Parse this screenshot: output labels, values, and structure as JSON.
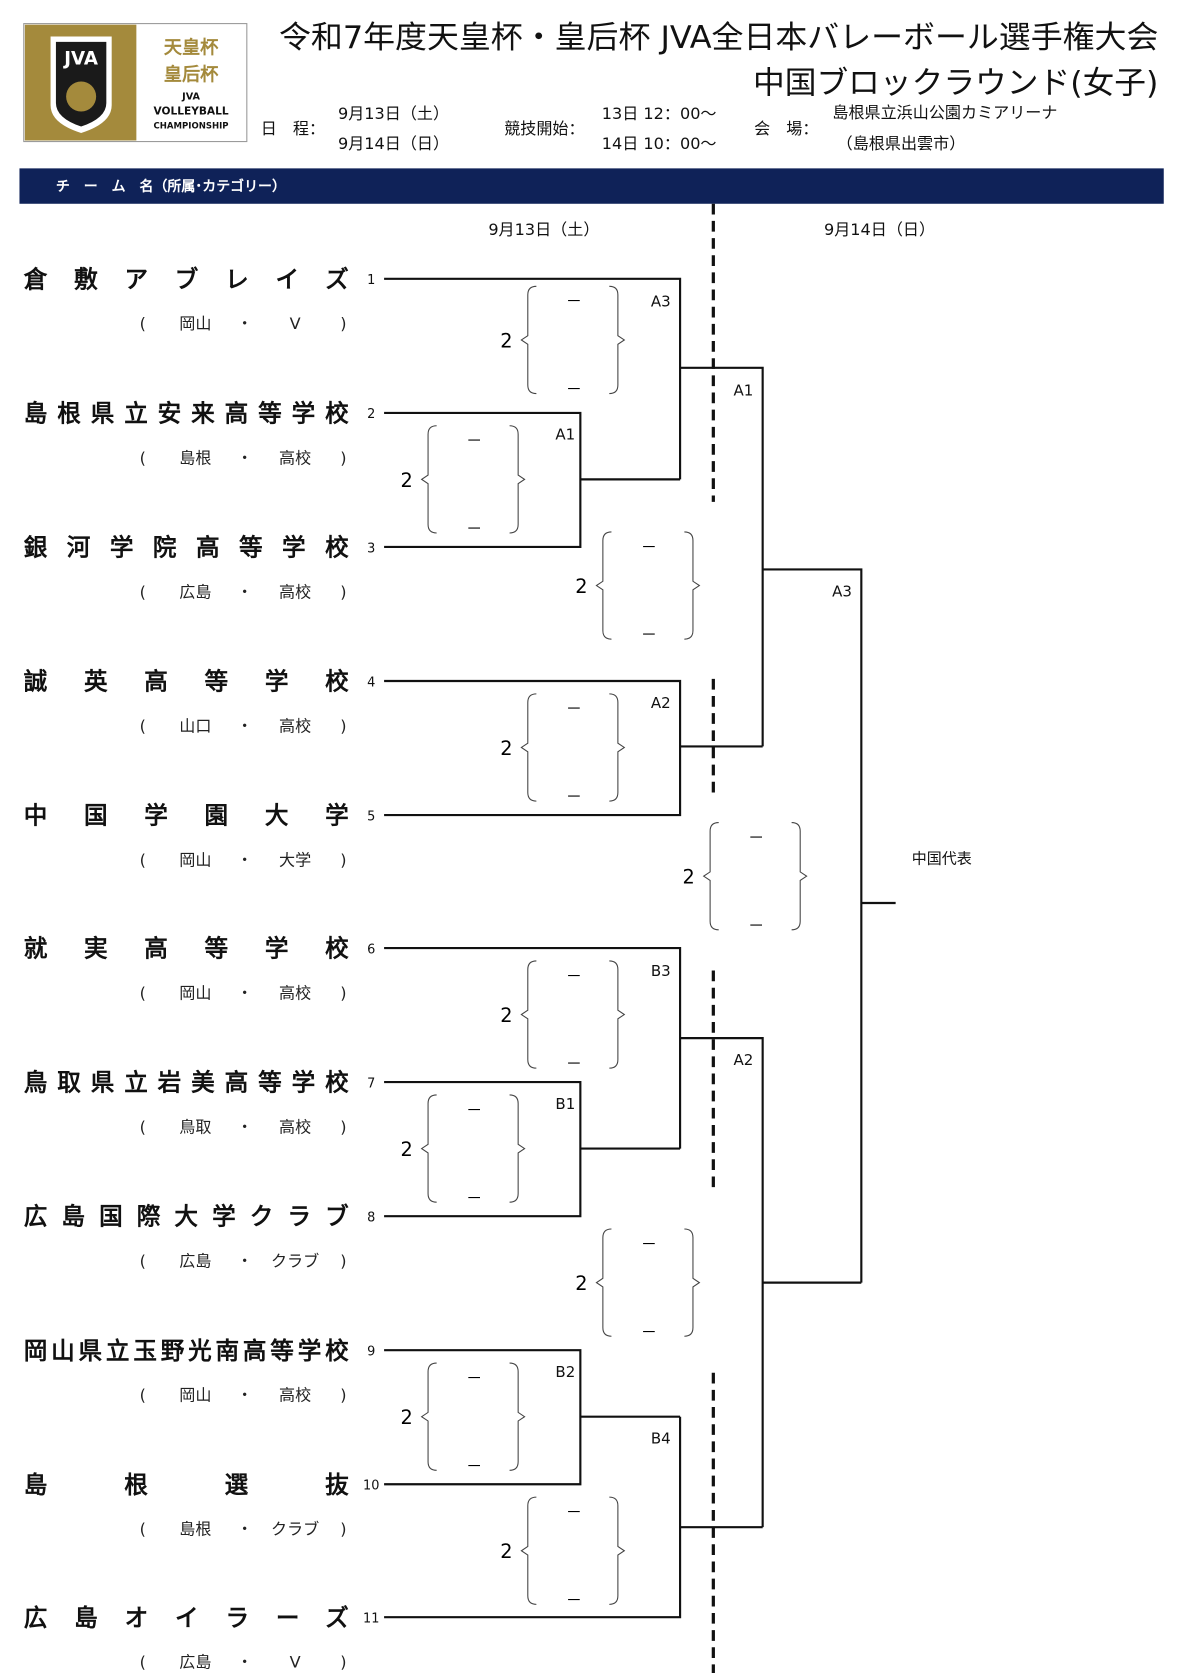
{
  "logo": {
    "line1": "天皇杯",
    "line2": "皇后杯",
    "line3": "JVA",
    "line4": "VOLLEYBALL",
    "line5": "CHAMPIONSHIP",
    "mark": "JVA"
  },
  "title": {
    "line1": "令和7年度天皇杯・皇后杯 JVA全日本バレーボール選手権大会",
    "line2": "中国ブロックラウンド(女子)"
  },
  "info": {
    "schedule_label": "日　程：",
    "schedule": [
      "9月13日（土）",
      "9月14日（日）"
    ],
    "start_label": "競技開始：",
    "start": [
      "13日 12：00～",
      "14日 10：00～"
    ],
    "venue_label": "会　場：",
    "venue": [
      "島根県立浜山公園カミアリーナ",
      "（島根県出雲市）"
    ]
  },
  "header_bar": {
    "label": "チ　ー　ム　名（所属･カテゴリー）"
  },
  "days": {
    "day1": "9月13日（土）",
    "day2": "9月14日（日）"
  },
  "teams": [
    {
      "no": "1",
      "name": "倉敷アブレイズ",
      "pref": "岡山",
      "cat": "V"
    },
    {
      "no": "2",
      "name": "島根県立安来高等学校",
      "pref": "島根",
      "cat": "高校"
    },
    {
      "no": "3",
      "name": "銀河学院高等学校",
      "pref": "広島",
      "cat": "高校"
    },
    {
      "no": "4",
      "name": "誠英高等学校",
      "pref": "山口",
      "cat": "高校"
    },
    {
      "no": "5",
      "name": "中国学園大学",
      "pref": "岡山",
      "cat": "大学"
    },
    {
      "no": "6",
      "name": "就実高等学校",
      "pref": "岡山",
      "cat": "高校"
    },
    {
      "no": "7",
      "name": "鳥取県立岩美高等学校",
      "pref": "鳥取",
      "cat": "高校"
    },
    {
      "no": "8",
      "name": "広島国際大学クラブ",
      "pref": "広島",
      "cat": "クラブ"
    },
    {
      "no": "9",
      "name": "岡山県立玉野光南高等学校",
      "pref": "岡山",
      "cat": "高校"
    },
    {
      "no": "10",
      "name": "島根選抜",
      "pref": "島根",
      "cat": "クラブ"
    },
    {
      "no": "11",
      "name": "広島オイラーズ",
      "pref": "広島",
      "cat": "V"
    }
  ],
  "sub_punct": {
    "open": "(",
    "dot": "・",
    "close": ")"
  },
  "match_labels": [
    "A1",
    "A2",
    "A3",
    "B1",
    "B2",
    "B3",
    "B4",
    "A1",
    "A2",
    "A3"
  ],
  "score": {
    "sets": "2",
    "dash": "－"
  },
  "winner_label": "中国代表",
  "colors": {
    "navy": "#0f2258",
    "gold": "#a48a3c"
  }
}
